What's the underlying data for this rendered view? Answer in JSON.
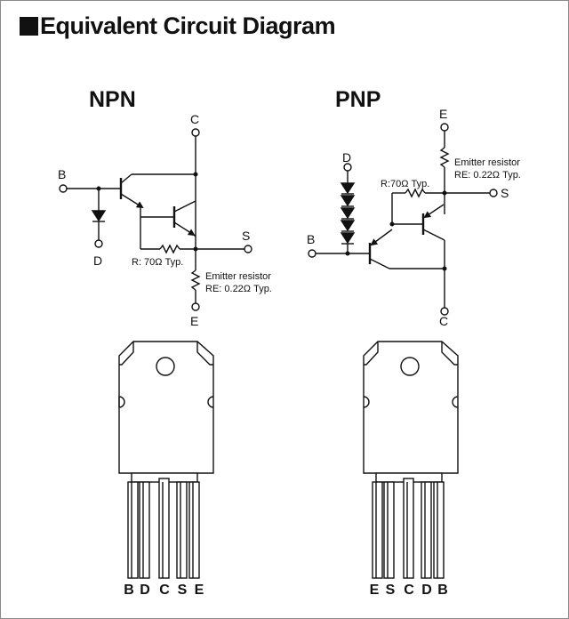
{
  "title": "Equivalent Circuit Diagram",
  "npn": {
    "heading": "NPN",
    "pins": {
      "c": "C",
      "b": "B",
      "d": "D",
      "s": "S",
      "e": "E"
    },
    "r_label": "R: 70Ω Typ.",
    "emitter_label": "Emitter resistor",
    "re_label": "RE: 0.22Ω Typ.",
    "package_pins": [
      "B",
      "D",
      "C",
      "S",
      "E"
    ]
  },
  "pnp": {
    "heading": "PNP",
    "pins": {
      "e": "E",
      "d": "D",
      "s": "S",
      "b": "B",
      "c": "C"
    },
    "r_label": "R:70Ω Typ.",
    "emitter_label": "Emitter resistor",
    "re_label": "RE: 0.22Ω Typ.",
    "package_pins": [
      "E",
      "S",
      "C",
      "D",
      "B"
    ]
  }
}
